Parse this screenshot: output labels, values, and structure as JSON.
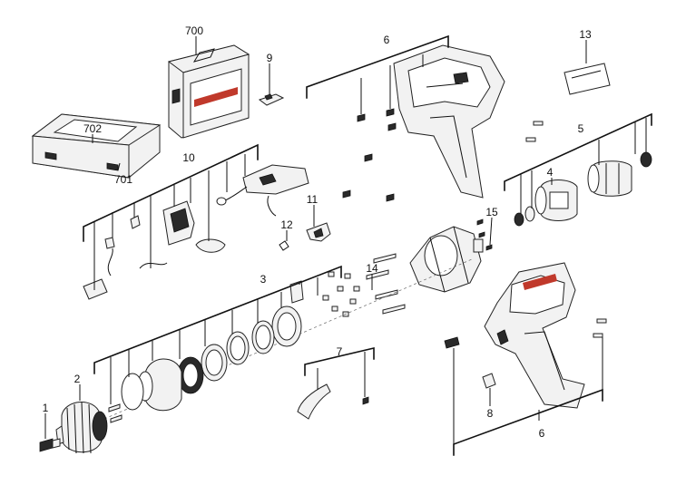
{
  "labels": {
    "l1": "1",
    "l2": "2",
    "l3": "3",
    "l4": "4",
    "l5": "5",
    "l6_top": "6",
    "l6_bottom": "6",
    "l7": "7",
    "l8": "8",
    "l9": "9",
    "l10": "10",
    "l11": "11",
    "l12": "12",
    "l13": "13",
    "l14": "14",
    "l15": "15",
    "l700": "700",
    "l701": "701",
    "l702": "702"
  },
  "brand_color": "#c0392b"
}
